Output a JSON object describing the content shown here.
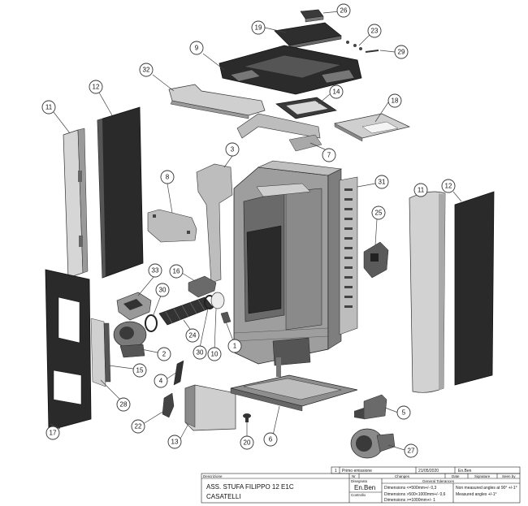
{
  "callouts": [
    "26",
    "19",
    "23",
    "9",
    "29",
    "32",
    "14",
    "18",
    "12",
    "11",
    "7",
    "3",
    "8",
    "31",
    "11",
    "12",
    "25",
    "33",
    "16",
    "30",
    "2",
    "24",
    "30",
    "10",
    "1",
    "15",
    "4",
    "28",
    "17",
    "22",
    "13",
    "20",
    "6",
    "5",
    "27"
  ],
  "title_block": {
    "revision": {
      "index": "1",
      "description": "Primo emissione",
      "date": "21/05/2020",
      "author": "En.Ben"
    },
    "headers": {
      "descrizione": "Descrizione",
      "nr": "Nr",
      "changes": "Changes",
      "date": "Date",
      "signature": "Signature",
      "seen_by": "Seen by",
      "disegnato": "Disegnato",
      "controllo": "Controllo",
      "general_tolerances": "General Tolerances"
    },
    "description_line1": "ASS. STUFA FILIPPO 12 E1C",
    "description_line2": "CASATELLI",
    "drawn_by": "En.Ben",
    "tolerances": [
      "Dimensions <=500mm+/- 0,3",
      "Dimensions >500<1000mm+/- 0,6",
      "Dimensions >=1000mm+/- 1"
    ],
    "angles": [
      "Non measured angles at 90° +/-1°",
      "Measured angles +/-1°"
    ]
  }
}
